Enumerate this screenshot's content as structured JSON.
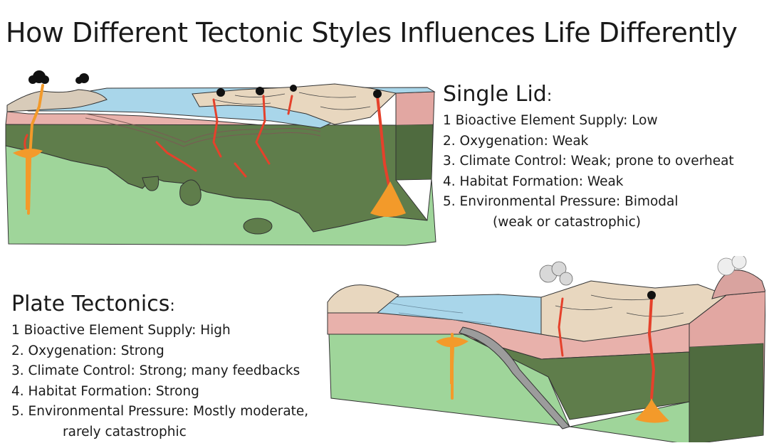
{
  "title": "How Different Tectonic Styles Influences Life Differently",
  "single_lid": {
    "heading": "Single Lid",
    "colon": ":",
    "items": [
      "1  Bioactive Element Supply: Low",
      "2. Oxygenation: Weak",
      "3. Climate Control: Weak; prone to overheat",
      "4. Habitat Formation:  Weak",
      "5. Environmental Pressure: Bimodal"
    ],
    "continuation": "(weak or catastrophic)"
  },
  "plate_tectonics": {
    "heading": "Plate Tectonics",
    "colon": ":",
    "items": [
      "1  Bioactive Element Supply: High",
      "2. Oxygenation: Strong",
      "3. Climate Control: Strong; many feedbacks",
      "4. Habitat Formation:  Strong",
      "5. Environmental Pressure:  Mostly moderate,"
    ],
    "continuation": "rarely catastrophic"
  },
  "colors": {
    "crust_pink": "#e8b1ab",
    "mantle_dark_green": "#5f7d4b",
    "mantle_light_green": "#9fd59a",
    "ocean_blue": "#a9d6ea",
    "magma_red": "#e5412b",
    "magma_orange": "#f39a2a",
    "land_tan": "#e8d7bf",
    "smoke_black": "#111111"
  }
}
